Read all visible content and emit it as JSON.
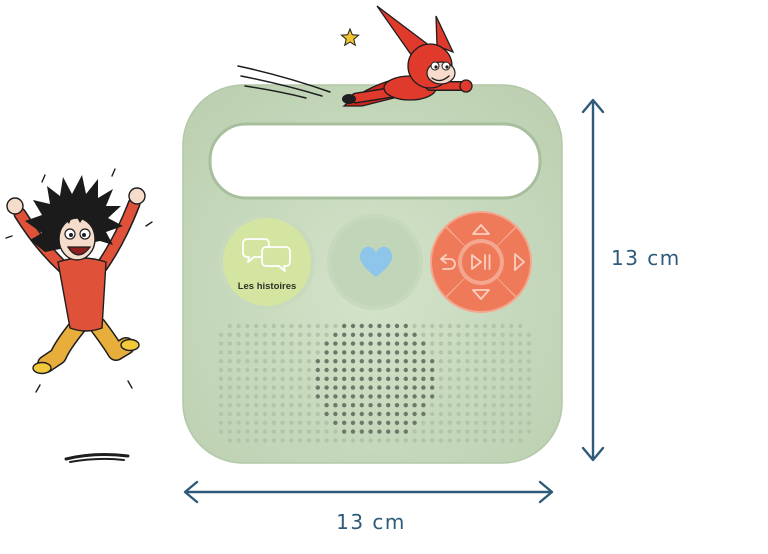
{
  "device": {
    "story_button": {
      "label": "Les histoires",
      "icon": "chat-bubbles-icon"
    },
    "favorite_button": {
      "icon": "heart-icon"
    },
    "dpad": {
      "up_icon": "arrow-up-icon",
      "down_icon": "arrow-down-icon",
      "left_icon": "return-icon",
      "right_icon": "arrow-right-icon",
      "center_icon": "play-pause-icon"
    },
    "speaker_icon": "speaker-grille"
  },
  "dimensions": {
    "height_label": "13 cm",
    "width_label": "13 cm"
  },
  "illustrations": {
    "left_character": "jumping-boy",
    "top_character": "flying-superhero"
  },
  "colors": {
    "device_body_light": "#d3e3ca",
    "device_body_dark": "#bdd1b2",
    "device_edge": "#b3c8a8",
    "story_button": "#d4e5a1",
    "story_label": "#2d3527",
    "favorite_button": "#c1d5b8",
    "heart": "#8ec5eb",
    "dpad": "#ee7a59",
    "dpad_gap": "#f4a78f",
    "dpad_icon": "#fbd0c0",
    "speaker_hole": "#b1c5a8",
    "speaker_hole_center": "#6b786a",
    "dimension_ink": "#2d5b79",
    "hero_red": "#e03a2c",
    "boy_shirt": "#e0513a",
    "boy_pants": "#e7ae3c",
    "star": "#f2c531"
  }
}
